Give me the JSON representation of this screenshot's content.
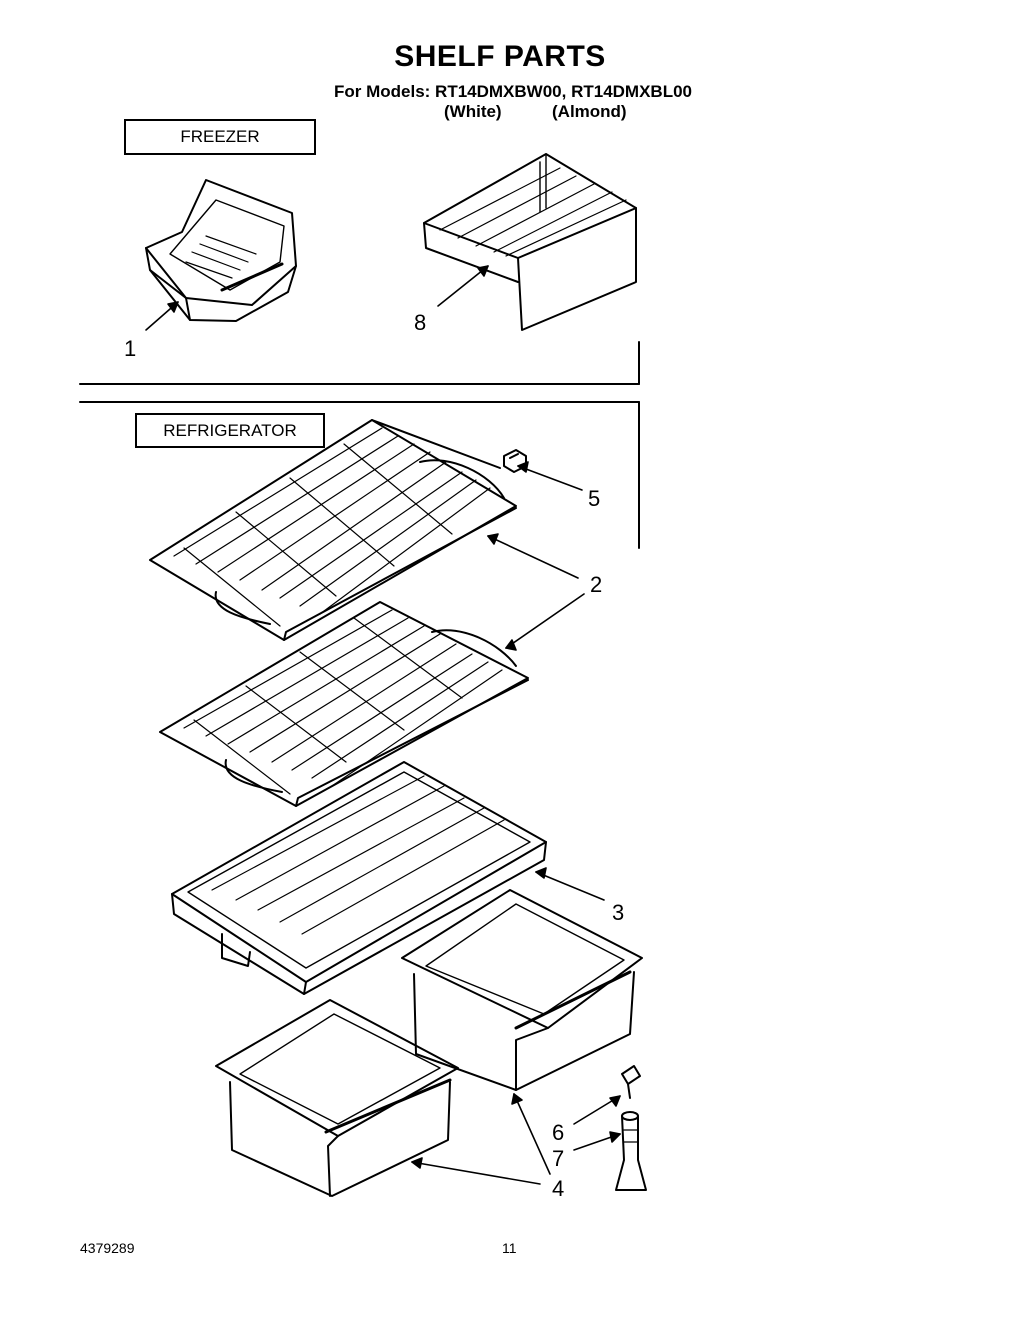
{
  "header": {
    "title": "SHELF PARTS",
    "models_line": "For Models: RT14DMXBW00, RT14DMXBL00",
    "variant_white": "(White)",
    "variant_almond": "(Almond)"
  },
  "sections": {
    "freezer": "FREEZER",
    "refrigerator": "REFRIGERATOR"
  },
  "callouts": {
    "part_1": "1",
    "part_2": "2",
    "part_3": "3",
    "part_4": "4",
    "part_5": "5",
    "part_6": "6",
    "part_7": "7",
    "part_8": "8"
  },
  "footer": {
    "doc_number": "4379289",
    "page_number": "11"
  }
}
